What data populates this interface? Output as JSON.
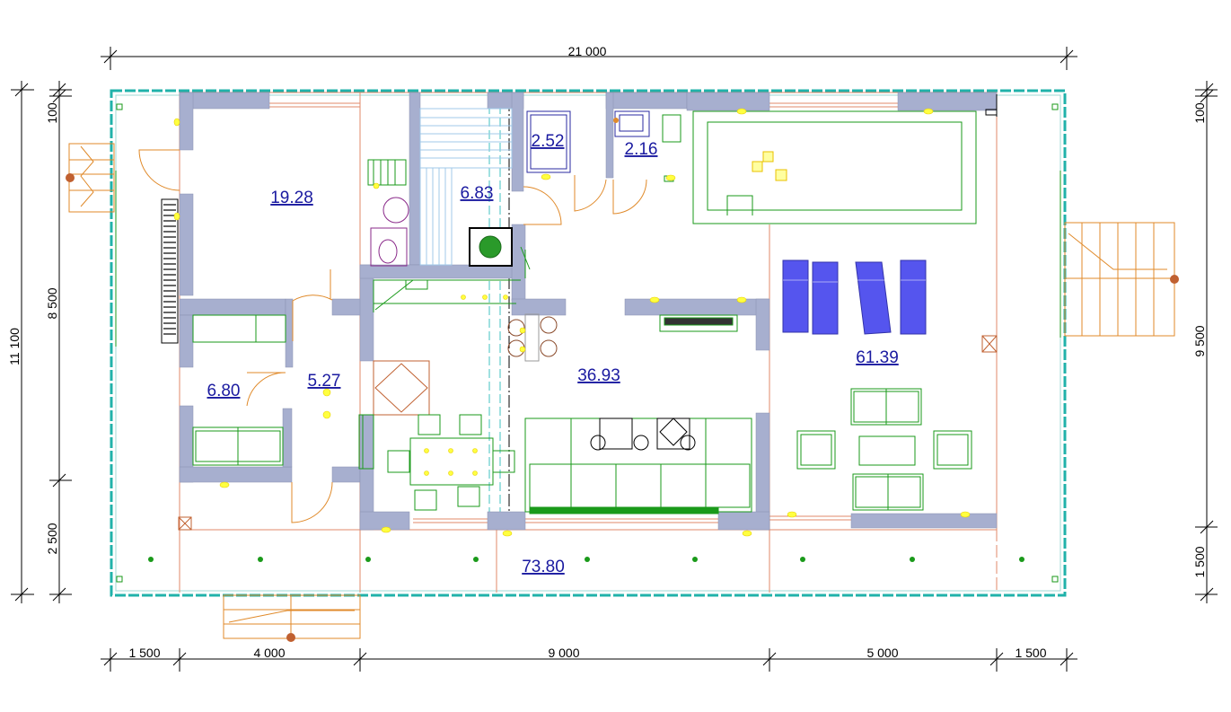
{
  "dimensions": {
    "top_total": "21 000",
    "bottom": [
      "1 500",
      "4 000",
      "9 000",
      "5 000",
      "1 500"
    ],
    "left_outer": "11 100",
    "left_segments": [
      "100",
      "8 500",
      "2 500"
    ],
    "right_segments": [
      "100",
      "9 500",
      "1 500"
    ]
  },
  "rooms": [
    {
      "id": "bedroom",
      "area": "19.28"
    },
    {
      "id": "sauna",
      "area": "6.83"
    },
    {
      "id": "bath",
      "area": "2.52"
    },
    {
      "id": "wc",
      "area": "2.16"
    },
    {
      "id": "small-room",
      "area": "6.80"
    },
    {
      "id": "hall",
      "area": "5.27"
    },
    {
      "id": "living",
      "area": "36.93"
    },
    {
      "id": "pool-hall",
      "area": "61.39"
    },
    {
      "id": "terrace",
      "area": "73.80"
    }
  ],
  "colors": {
    "wall": "#a7afcf",
    "outline": "#e08a6a",
    "terrace_border": "#20b2aa",
    "furniture": "#1a9a1a",
    "door": "#e08a2a",
    "area_text": "#1a1aa0",
    "lounger": "#5555ee",
    "light": "#e8e800"
  }
}
